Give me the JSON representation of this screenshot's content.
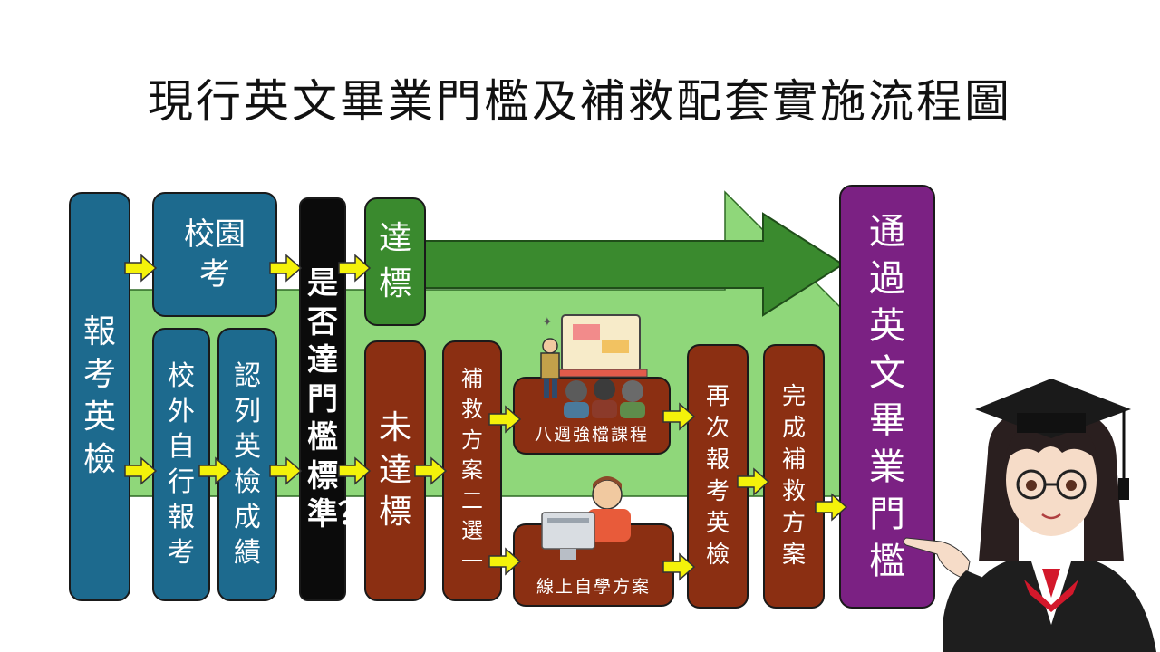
{
  "title": "現行英文畢業門檻及補救配套實施流程圖",
  "nodes": {
    "register": "報考英檢",
    "school_test": "校園考",
    "external": "校外自行報考",
    "recognize": "認列英檢成績",
    "decision": "是否達門檻標準？",
    "pass": "達標",
    "fail": "未達標",
    "choose": "補救方案二選一",
    "course": "八週強檔課程",
    "online": "線上自學方案",
    "retake": "再次報考英檢",
    "complete": "完成補救方案",
    "final": "通過英文畢業門檻"
  },
  "colors": {
    "blue": "#1d6a8e",
    "brown": "#8b2f12",
    "green": "#3a8a2e",
    "light_green": "#8fd77a",
    "black": "#0b0b0b",
    "purple": "#7b2183",
    "arrow_yellow": "#f4f20a"
  }
}
